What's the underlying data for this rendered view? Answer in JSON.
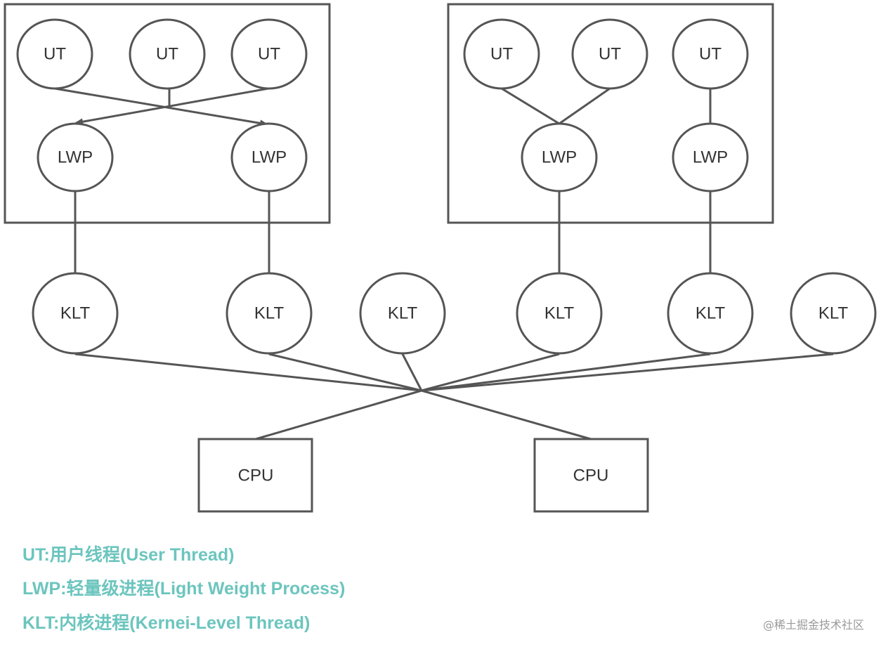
{
  "nodes": {
    "ut": "UT",
    "lwp": "LWP",
    "klt": "KLT",
    "cpu": "CPU"
  },
  "legend": {
    "ut": "UT:用户线程(User Thread)",
    "lwp": "LWP:轻量级进程(Light Weight Process)",
    "klt": "KLT:内核进程(Kernei-Level Thread)"
  },
  "watermark": "@稀土掘金技术社区",
  "colors": {
    "stroke": "#555555",
    "text": "#333333",
    "legend": "#6cc5be"
  }
}
